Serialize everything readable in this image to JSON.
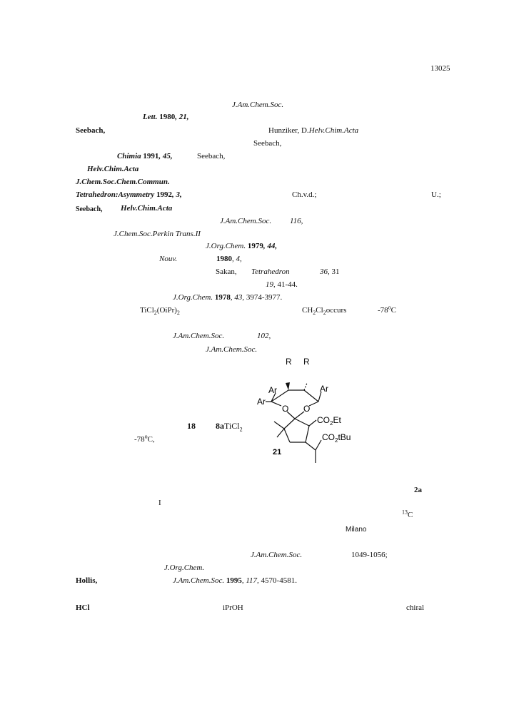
{
  "page_number": "13025",
  "refs": {
    "jacs1": "J.Am.Chem.Soc.",
    "lett_a": "Lett.",
    "lett_b": "1980",
    "lett_c": ", 21,",
    "seebach1": "Seebach,",
    "hunziker_a": "Hunziker, D.",
    "hunziker_b": "Helv.Chim.Acta",
    "seebach2": "Seebach,",
    "chimia_a": "Chimia",
    "chimia_b": "1991",
    "chimia_c": ", 45,",
    "seebach3": "Seebach,",
    "helv1": "Helv.Chim.Acta",
    "jcscc": "J.Chem.Soc.Chem.Commun.",
    "tetasym_a": "Tetrahedron:Asymmetry",
    "tetasym_b": "1992",
    "tetasym_c": ", 3,",
    "chvd": "Ch.v.d.;",
    "u": "U.;",
    "seebach4": "Seebach,",
    "helv2": "Helv.Chim.Acta",
    "jacs2_a": "J.Am.Chem.Soc.",
    "jacs2_b": "116,",
    "jcspt": "J.Chem.Soc.Perkin Trans.II",
    "joc1_a": "J.Org.Chem.",
    "joc1_b": "1979",
    "joc1_c": ", 44,",
    "nouv_a": "Nouv.",
    "nouv_b": "1980",
    "nouv_c": ", 4,",
    "sakan_a": "Sakan,",
    "sakan_b": "Tetrahedron",
    "sakan_c": "36",
    "sakan_d": ", 31",
    "vol19_a": "19",
    "vol19_b": ", 41-44.",
    "joc2_a": "J.Org.Chem.",
    "joc2_b": "1978",
    "joc2_c": ", 43,",
    "joc2_d": "3974-3977.",
    "ticl2_a": "TiCl",
    "ticl2_b": "2",
    "ticl2_c": "(OiPr)",
    "ticl2_d": "2",
    "ch2cl2_a": "CH",
    "ch2cl2_b": "2",
    "ch2cl2_c": "Cl",
    "ch2cl2_d": "2",
    "ch2cl2_e": "occurs",
    "minus78_a": "-78",
    "minus78_b": "o",
    "minus78_c": "C",
    "jacs3_a": "J.Am.Chem.Soc.",
    "jacs3_b": "102,",
    "jacs4": "J.Am.Chem.Soc.",
    "rr_1": "R",
    "rr_2": "R",
    "eighteen": "18",
    "eight_a_a": "8a",
    "eight_a_b": "TiCl",
    "eight_a_c": "2",
    "minus78b_a": "-78",
    "minus78b_b": "o",
    "minus78b_c": "C,",
    "two_a": "2a",
    "dagger": "I",
    "c13_a": "13",
    "c13_b": "C",
    "milano": "Milano",
    "jacs5_a": "J.Am.Chem.Soc.",
    "jacs5_b": "1049-1056;",
    "joc3": "J.Org.Chem.",
    "hollis": "Hollis,",
    "jacs6_a": "J.Am.Chem.Soc.",
    "jacs6_b": "1995",
    "jacs6_c": ", 117,",
    "jacs6_d": "4570-4581.",
    "hcl": "HCl",
    "iproh": "iPrOH",
    "chiral": "chiral"
  },
  "structure": {
    "ar1": "Ar",
    "ar2": "Ar",
    "ar3": "Ar",
    "o1": "O",
    "o2": "O",
    "co2et_a": "CO",
    "co2et_b": "2",
    "co2et_c": "Et",
    "co2tbu_a": "CO",
    "co2tbu_b": "2",
    "co2tbu_c": "tBu",
    "compound_number": "21"
  }
}
